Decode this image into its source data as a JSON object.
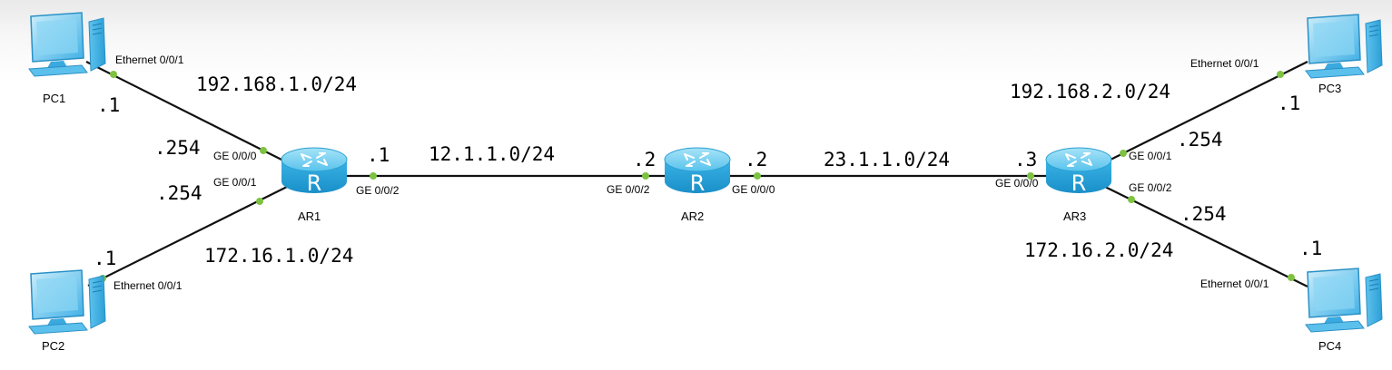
{
  "devices": {
    "pc1": {
      "name": "PC1"
    },
    "pc2": {
      "name": "PC2"
    },
    "pc3": {
      "name": "PC3"
    },
    "pc4": {
      "name": "PC4"
    },
    "ar1": {
      "name": "AR1",
      "glyph": "R"
    },
    "ar2": {
      "name": "AR2",
      "glyph": "R"
    },
    "ar3": {
      "name": "AR3",
      "glyph": "R"
    }
  },
  "interfaces": {
    "pc1_if": "Ethernet 0/0/1",
    "pc2_if": "Ethernet 0/0/1",
    "pc3_if": "Ethernet 0/0/1",
    "pc4_if": "Ethernet 0/0/1",
    "ar1_ge000": "GE 0/0/0",
    "ar1_ge001": "GE 0/0/1",
    "ar1_ge002": "GE 0/0/2",
    "ar2_ge002": "GE 0/0/2",
    "ar2_ge000": "GE 0/0/0",
    "ar3_ge000": "GE 0/0/0",
    "ar3_ge001": "GE 0/0/1",
    "ar3_ge002": "GE 0/0/2"
  },
  "networks": {
    "net_pc1": "192.168.1.0/24",
    "net_pc2": "172.16.1.0/24",
    "net_ar1_ar2": "12.1.1.0/24",
    "net_ar2_ar3": "23.1.1.0/24",
    "net_pc3": "192.168.2.0/24",
    "net_pc4": "172.16.2.0/24"
  },
  "host_ips": {
    "pc1": ".1",
    "ar1_ge000": ".254",
    "pc2": ".1",
    "ar1_ge001": ".254",
    "ar1_ge002": ".1",
    "ar2_ge002": ".2",
    "ar2_ge000": ".2",
    "ar3_ge000": ".3",
    "pc3": ".1",
    "ar3_ge001": ".254",
    "pc4": ".1",
    "ar3_ge002": ".254"
  },
  "colors": {
    "link": "#111111",
    "port_dot": "#7ec242",
    "router_body": "#2aa9e0",
    "router_top": "#7dd3f2",
    "pc_body": "#4cb8ea"
  }
}
